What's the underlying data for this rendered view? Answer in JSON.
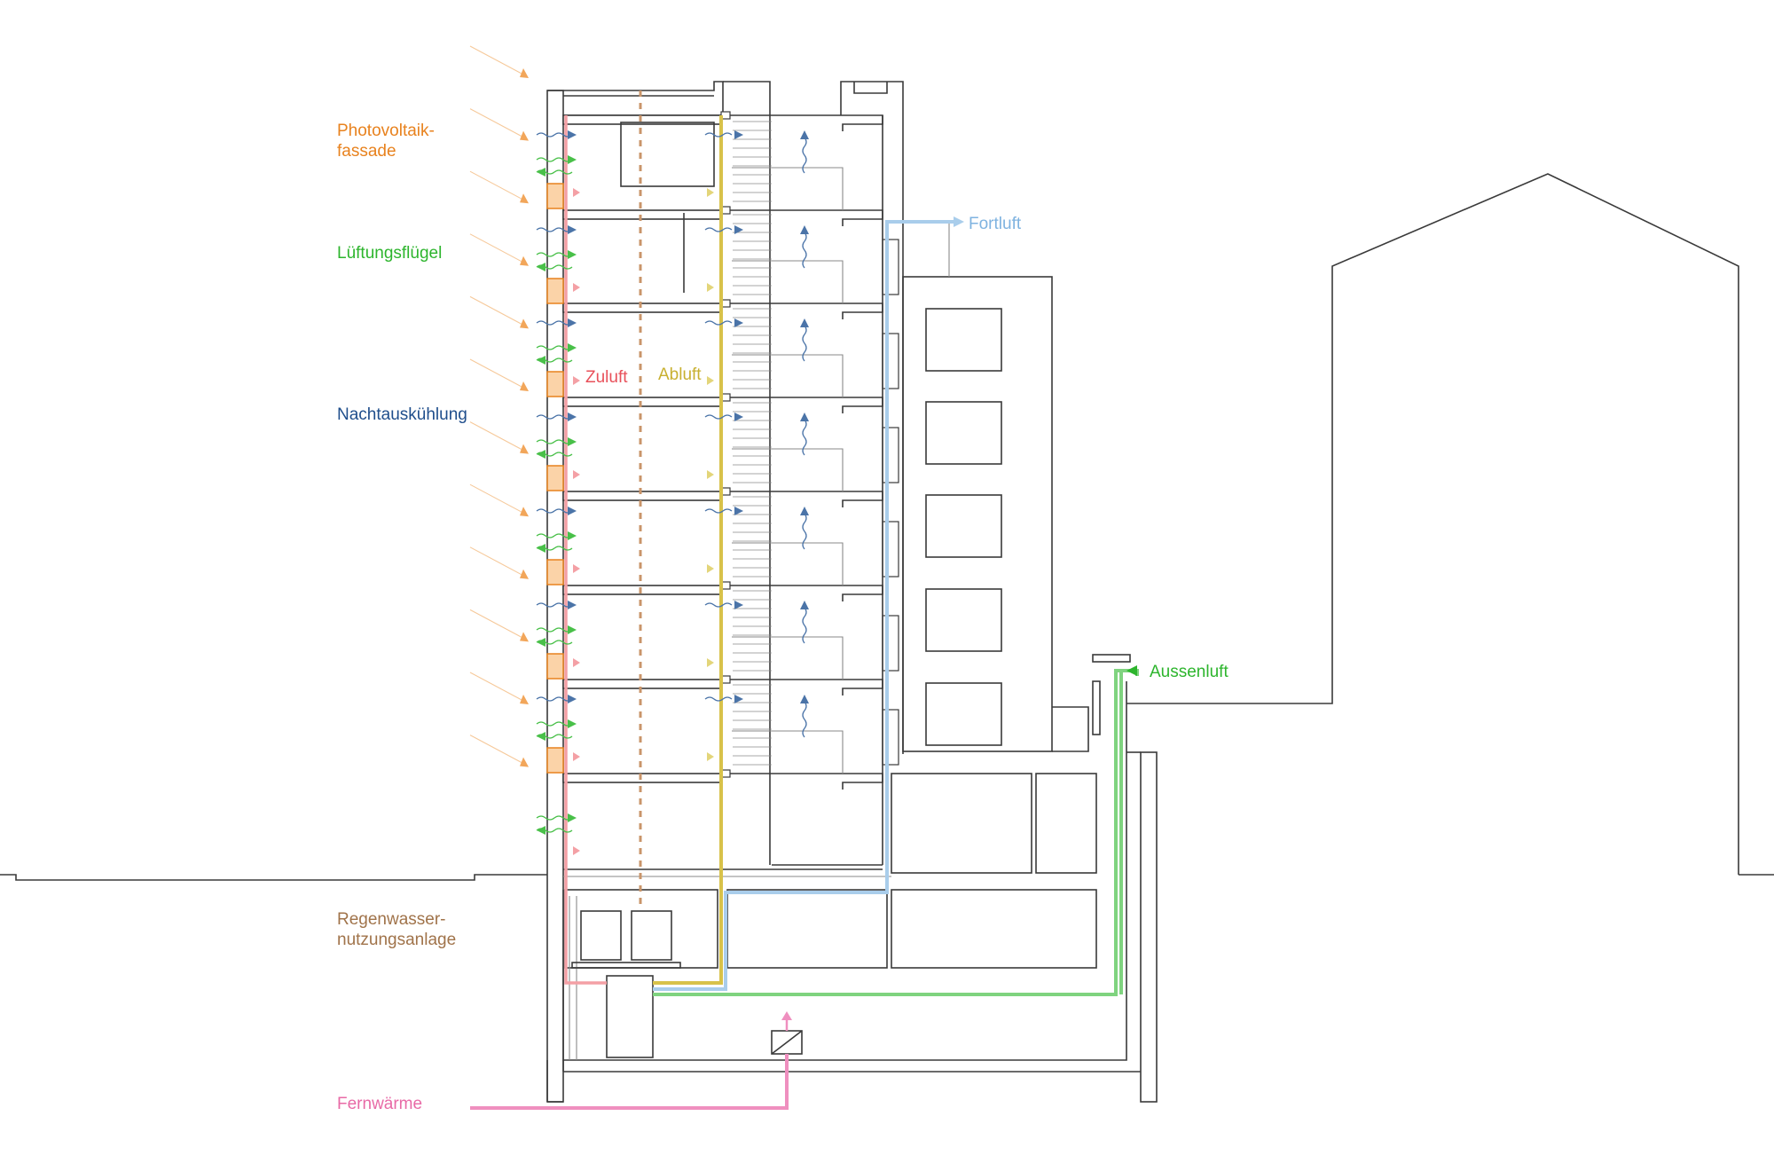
{
  "labels": {
    "photovoltaik_line1": "Photovoltaik-",
    "photovoltaik_line2": "fassade",
    "lueftungsfluegel": "Lüftungsflügel",
    "nachtauskuehlung": "Nachtauskühlung",
    "regenwasser_line1": "Regenwasser-",
    "regenwasser_line2": "nutzungsanlage",
    "fernwaerme": "Fernwärme",
    "zuluft": "Zuluft",
    "abluft": "Abluft",
    "fortluft": "Fortluft",
    "aussenluft": "Aussenluft"
  },
  "colors": {
    "photovoltaik": "#e8821e",
    "lueftung": "#2db52d",
    "nachtauskuehlung": "#1f4e8c",
    "regenwasser": "#a0734a",
    "fernwaerme": "#e86aa6",
    "zuluft": "#e8505a",
    "abluft": "#c8b030",
    "fortluft": "#7fb3e0",
    "aussenluft": "#2db52d",
    "line": "#3a3a3a"
  }
}
